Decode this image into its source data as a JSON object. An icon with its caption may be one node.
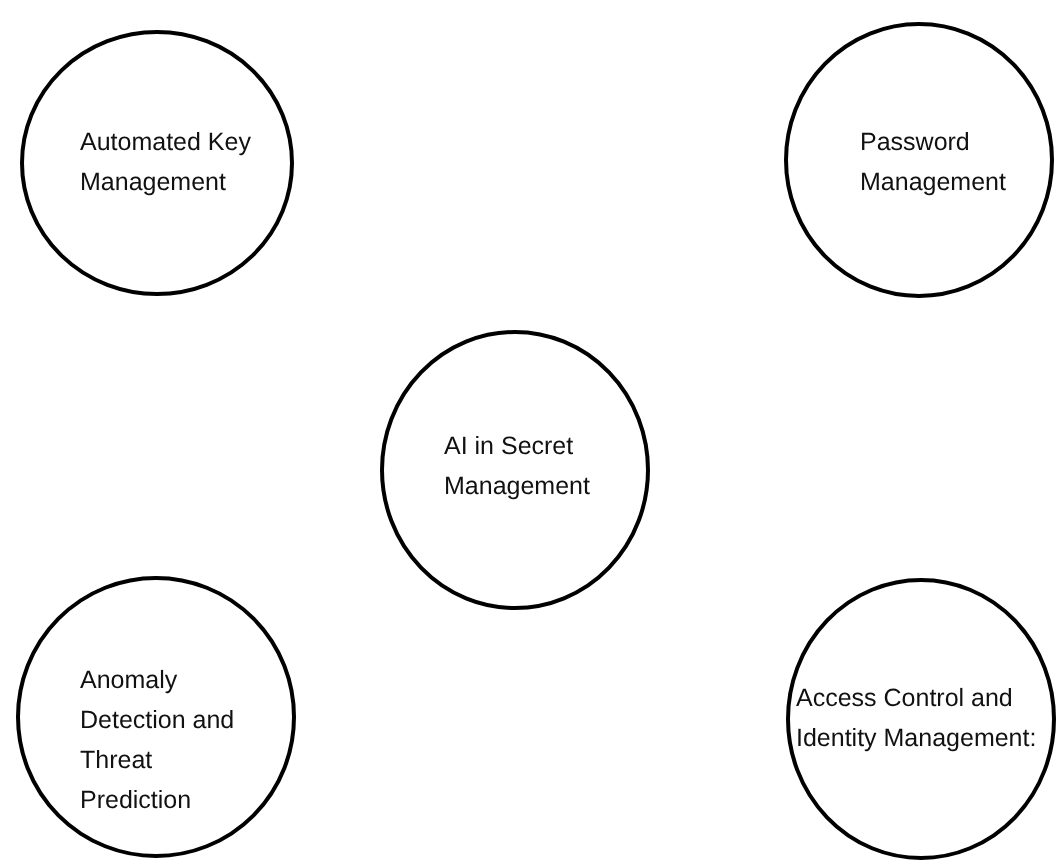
{
  "diagram": {
    "nodes": [
      {
        "text": [
          "Automated Key Management"
        ]
      },
      {
        "text": [
          "Password Management"
        ]
      },
      {
        "text": [
          "AI in Secret Management"
        ]
      },
      {
        "text": [
          "Anomaly Detection and Threat Prediction"
        ]
      },
      {
        "text": [
          "Access Control and Identity Management:"
        ]
      }
    ]
  }
}
